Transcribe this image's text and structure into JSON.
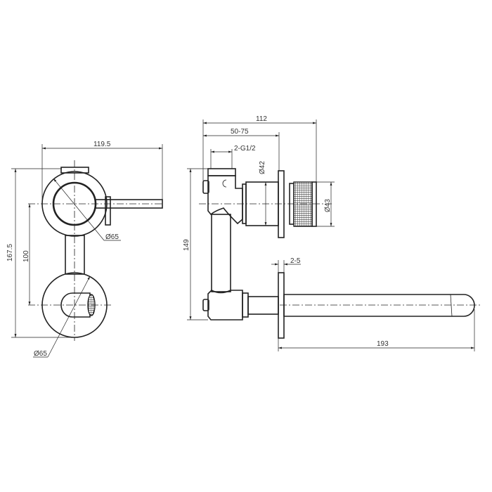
{
  "drawing": {
    "front_view": {
      "width_label": "119.5",
      "height_label": "167.5",
      "center_distance_label": "100",
      "upper_diameter_label": "Ø65",
      "lower_diameter_label": "Ø65"
    },
    "side_view": {
      "depth_label": "112",
      "wall_range_label": "50-75",
      "inlet_label": "2-G1/2",
      "escutcheon_diameter_label": "Ø42",
      "knob_diameter_label": "Ø43",
      "height_label": "149",
      "flange_thickness_label": "2-5",
      "spout_length_label": "193"
    }
  }
}
